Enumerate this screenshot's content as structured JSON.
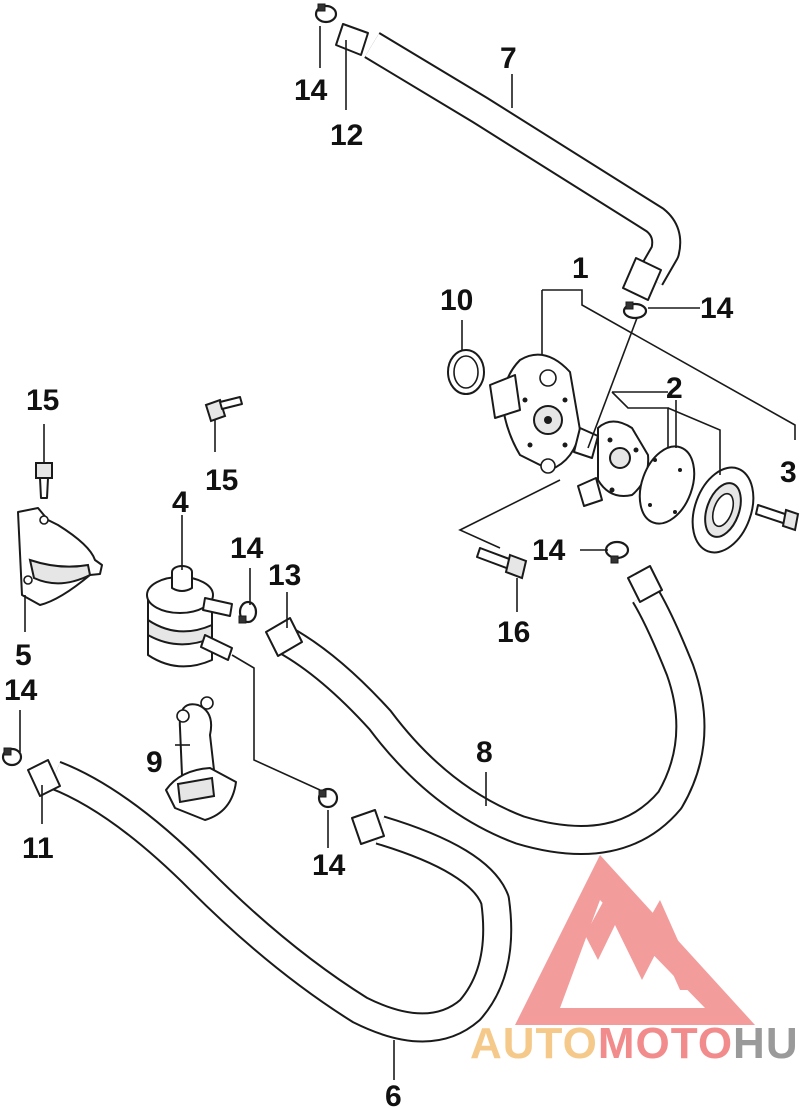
{
  "callouts": {
    "c1": "1",
    "c2": "2",
    "c3": "3",
    "c4": "4",
    "c5": "5",
    "c6": "6",
    "c7": "7",
    "c8": "8",
    "c9": "9",
    "c10": "10",
    "c11": "11",
    "c12": "12",
    "c13": "13",
    "c14_top": "14",
    "c14_pump": "14",
    "c14_mid": "14",
    "c14_filter": "14",
    "c14_left": "14",
    "c14_bottom": "14",
    "c15_left": "15",
    "c15_mid": "15",
    "c16": "16"
  },
  "watermark": {
    "part1": "AUTO",
    "part2": "MOTO",
    "part3": "HUB",
    "colors": {
      "auto": "#f5c98a",
      "moto": "#f28b8b",
      "hub": "#9a9a9a",
      "logo": "#f28b8b"
    }
  }
}
